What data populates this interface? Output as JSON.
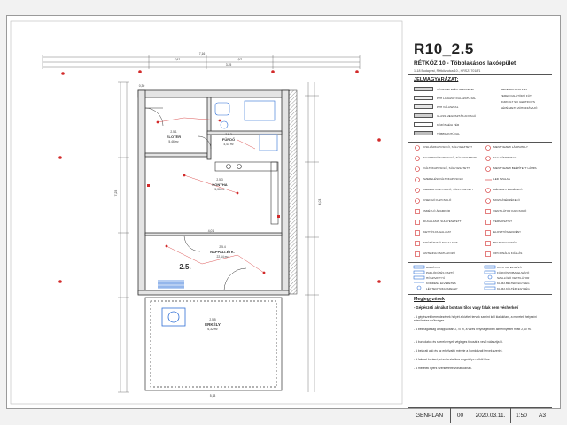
{
  "sheet": {
    "code": "R10_2.5",
    "project": "RÉTKÖZ 10 - Többlakásos lakóépület",
    "address": "1118 Budapest, Rétköz utca 10., HRSZ: 7018/1"
  },
  "legend": {
    "heading": "JELMAGYARÁZAT:",
    "materials": [
      {
        "label": "HŐSZIGETELÉS SZERKEZET",
        "fill": "#d9d9d9"
      },
      {
        "label": "PTH LÁBAZATI FALAZATÚ FAL",
        "fill": "#f0f0f0"
      },
      {
        "label": "PTH VÁLASZFAL",
        "fill": "#e6e6e6"
      },
      {
        "label": "GLASS MEGOSZTÁS ANYAGÚ",
        "fill": "#cfcfcf"
      },
      {
        "label": "KÖZÖSSÉGI TÉR",
        "fill": "#ffffff"
      },
      {
        "label": "TÖBBSZINTŰ FAL",
        "fill": "#bdbdbd"
      }
    ],
    "right_items": [
      "GERENDA ALJA 2.95",
      "TEREŐ FALÁTÖRŐ FÚT",
      "BURKOLT SIK GENTIKOTS",
      "GÉPÉSZETI MŰHÖZZÁVAJÓ"
    ],
    "electrical_left": [
      "CSILLÁRKAPCSOLÓ, SÜLLYESZTETT",
      "EGYSZERŰ KAPCSOLÓ, SÜLLYESZTETT",
      "VÁLTÓKAPCSOLÓ, SÜLLYESZTETT",
      "SZERELÉSI VÁLTÓKAPCSOLÓ",
      "KERESZTKAPCSOLÓ, SÜLLYESZTETT",
      "CSENGŐ KAPCSOLÓ",
      "ISMÉTLŐ ÁRAMKÖR",
      "DUGALJZAT, SÜLLYESZTETT",
      "KETTŐS DUGALJZAT",
      "ERŐSÁRAMÚ DUGALJZAT",
      "ANTENNA CSATLAKOZÓ"
    ],
    "electrical_right": [
      "MENNYEZETI LÁMPAHELY",
      "FALI LÁMPAHELY",
      "MENNYEZETI BEÉPÍTETT LÁMPA",
      "LED SZALAG",
      "DÉPEZETI ÉRZÉKELŐ",
      "MOZGÁSÉRZÉKELŐ",
      "VENTILÁTOR KAPCSOLÓ",
      "TERMOSZTÁT",
      "ELOSZTÓSZEKRÉNY",
      "BELTÉRI EGYSÉG",
      "OPCIONÁLIS KIÁLLÁS"
    ],
    "mech_left": [
      "RADIÁTOR",
      "PADLÓFŰTÉS OSZTÓ",
      "HŐSZIVATTYÚ",
      "KONDENZ ELVEZETÉS",
      "LÉGTECHNIKAI SZELEP"
    ],
    "mech_right": [
      "KONYHAI ELSZÍVÓ",
      "FÜRDŐSZOBAI ELSZÍVÓ",
      "SZELLŐZŐ VENTILÁTOR",
      "KLÍMA BELTÉRI EGYSÉG",
      "KLÍMA KÜLTÉRI EGYSÉG"
    ],
    "notes_heading": "Megjegyzések",
    "notes_subheading": "- Gépészeti aknákat bontani tilos vagy falak nem vésherketí",
    "notes": [
      "- A gépészeti berendezések helyét a kiviteli tervek szerint kell kialakítani, a méretek helyszíni ellenőrzése szükséges.",
      "- A belmagasság a nappaliban 2,70 m, a vizes helyiségekben álmennyezet miatt 2,40 m.",
      "- A burkolatok és szerelvények végleges típusát a vevő választja ki.",
      "- A bejárati ajtó és az erkélyajtó mérete a homlokzati tervek szerint.",
      "- A falakat bontani, vésni a statikus engedélye nélkül tilos.",
      "- A méretek nyers szerkezetre vonatkoznak."
    ],
    "title_block": {
      "label": "GENPLAN",
      "rev": "00",
      "date": "2020.03.11.",
      "scale": "1:50",
      "size": "A3"
    }
  },
  "plan": {
    "unit_label": "2.5.",
    "rooms": [
      {
        "num": "2.5.1",
        "name": "ELŐTÉR",
        "area": "5,46 m²"
      },
      {
        "num": "2.5.2",
        "name": "FÜRDŐ",
        "area": "4,41 m²"
      },
      {
        "num": "2.5.3",
        "name": "KONYHA",
        "area": "5,36 m²"
      },
      {
        "num": "2.5.4",
        "name": "NAPPALI-ÉTK.",
        "area": "22,14 m²"
      },
      {
        "num": "2.5.5",
        "name": "ERKÉLY",
        "area": "6,32 m²"
      }
    ],
    "dimensions": {
      "top_total": "7,16",
      "top_a": "2,27",
      "top_b": "1,07",
      "mid": "3,25",
      "living_width": "4,01",
      "left_h": "7,25",
      "right_h": "4,03",
      "balcony": "5,13",
      "wall": "0,30"
    }
  },
  "colors": {
    "ink": "#333333",
    "red": "#d22a2a",
    "blue": "#2f6fd6",
    "wall_fill": "#e4e4e4"
  }
}
